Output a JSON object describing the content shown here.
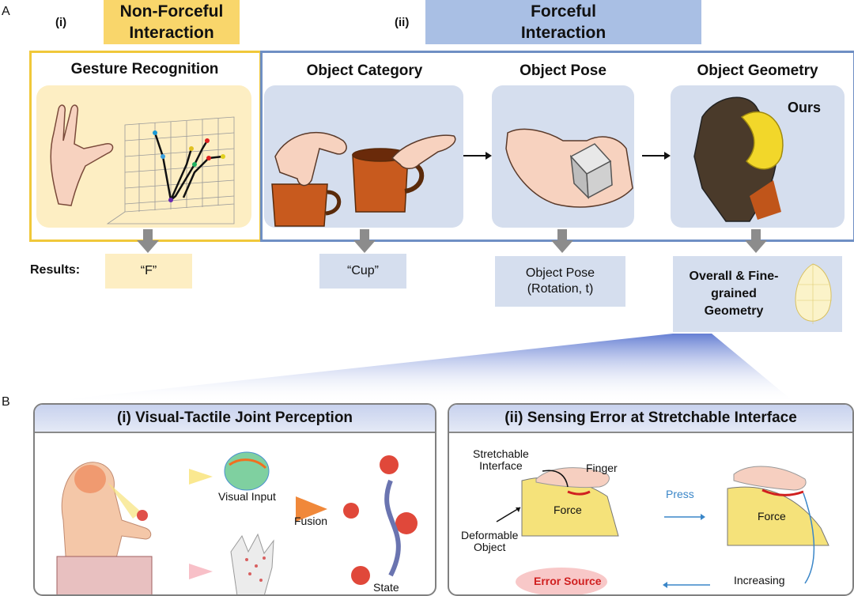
{
  "section_a": {
    "letter": "A",
    "nonforceful": {
      "roman": "(i)",
      "title_line1": "Non-Forceful",
      "title_line2": "Interaction",
      "color": "#f9d66b"
    },
    "forceful": {
      "roman": "(ii)",
      "title_line1": "Forceful",
      "title_line2": "Interaction",
      "color": "#a9bfe4"
    },
    "panels": [
      {
        "title": "Gesture Recognition",
        "result": "“F”"
      },
      {
        "title": "Object Category",
        "result": "“Cup”"
      },
      {
        "title": "Object Pose",
        "result_line1": "Object Pose",
        "result_line2": "(Rotation, t)"
      },
      {
        "title": "Object Geometry",
        "badge": "Ours",
        "result_line1": "Overall & Fine-",
        "result_line2": "grained",
        "result_line3": "Geometry"
      }
    ],
    "results_label": "Results:"
  },
  "section_b": {
    "letter": "B",
    "left_panel": {
      "title": "(i) Visual-Tactile Joint Perception",
      "visual_input": "Visual Input",
      "fusion": "Fusion",
      "state": "State"
    },
    "right_panel": {
      "title": "(ii) Sensing Error at Stretchable Interface",
      "stretchable_line1": "Stretchable",
      "stretchable_line2": "Interface",
      "finger": "Finger",
      "force_left": "Force",
      "deformable_line1": "Deformable",
      "deformable_line2": "Object",
      "press": "Press",
      "force_right": "Force",
      "error_source": "Error Source",
      "increasing": "Increasing"
    }
  },
  "colors": {
    "yellow_border": "#f0c83a",
    "blue_border": "#6f8fc4",
    "card_blue": "#d5deee",
    "card_yellow": "#fdeec3",
    "arrow_gray": "#8c8c8c",
    "press_blue": "#3a86c8",
    "error_red": "#d02020"
  }
}
